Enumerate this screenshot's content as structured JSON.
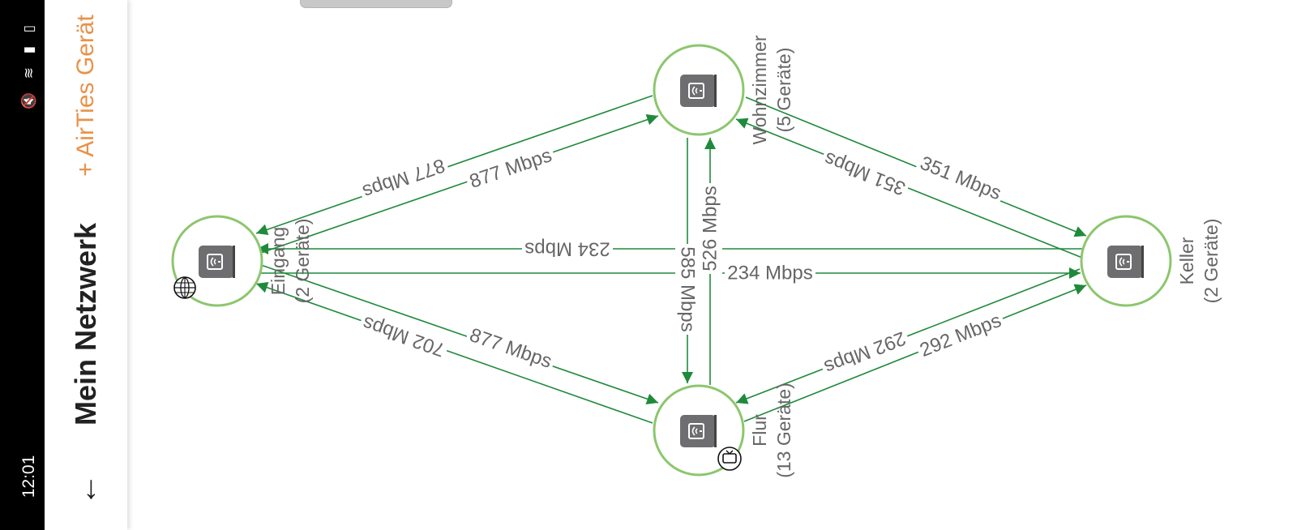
{
  "status_bar": {
    "time": "12:01",
    "icons": [
      "mute-icon",
      "wifi-icon",
      "signal-icon",
      "battery-icon"
    ]
  },
  "header": {
    "title": "Mein Netzwerk",
    "add_device": "+ AirTies Gerät"
  },
  "colors": {
    "accent": "#e8924a",
    "node_ring": "#8cc66d",
    "edge": "#1f8a3b",
    "device": "#6e6e70"
  },
  "nodes": [
    {
      "id": "eingang",
      "name": "Eingang",
      "devices": "(2 Geräte)",
      "badge": "globe-icon"
    },
    {
      "id": "wohnzimmer",
      "name": "Wohnzimmer",
      "devices": "(5 Geräte)"
    },
    {
      "id": "keller",
      "name": "Keller",
      "devices": "(2 Geräte)"
    },
    {
      "id": "flur",
      "name": "Flur",
      "devices": "(13 Geräte)",
      "badge": "tv-icon"
    }
  ],
  "links": [
    {
      "from": "wohnzimmer",
      "to": "eingang",
      "rate": "877 Mbps"
    },
    {
      "from": "eingang",
      "to": "wohnzimmer",
      "rate": "877 Mbps"
    },
    {
      "from": "keller",
      "to": "eingang",
      "rate": "234 Mbps"
    },
    {
      "from": "eingang",
      "to": "keller",
      "rate": "234 Mbps"
    },
    {
      "from": "wohnzimmer",
      "to": "flur",
      "rate": "585 Mbps"
    },
    {
      "from": "flur",
      "to": "wohnzimmer",
      "rate": "526 Mbps"
    },
    {
      "from": "wohnzimmer",
      "to": "keller",
      "rate": "351 Mbps"
    },
    {
      "from": "keller",
      "to": "wohnzimmer",
      "rate": "351 Mbps"
    },
    {
      "from": "flur",
      "to": "eingang",
      "rate": "702 Mbps"
    },
    {
      "from": "eingang",
      "to": "flur",
      "rate": "877 Mbps"
    },
    {
      "from": "keller",
      "to": "flur",
      "rate": "292 Mbps"
    },
    {
      "from": "flur",
      "to": "keller",
      "rate": "292 Mbps"
    }
  ]
}
